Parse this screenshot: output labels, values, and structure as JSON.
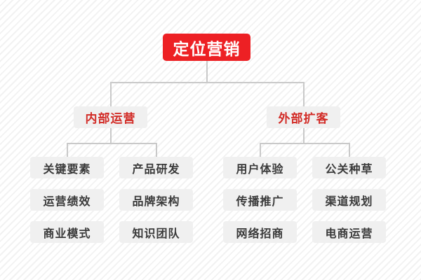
{
  "diagram": {
    "type": "organization-tree",
    "title": "定位营销",
    "colors": {
      "root_bg": "#ed2024",
      "root_text": "#ffffff",
      "branch_bg": "#f0f0f0",
      "branch_text": "#d22b26",
      "leaf_bg": "#f0f0f0",
      "leaf_text": "#3a3a3a",
      "connector": "#c9c9c9",
      "canvas_bg": "#ffffff"
    },
    "root": {
      "label": "定位营销"
    },
    "branches": [
      {
        "label": "内部运营",
        "leaves": [
          {
            "label": "关键要素"
          },
          {
            "label": "产品研发"
          },
          {
            "label": "运营绩效"
          },
          {
            "label": "品牌架构"
          },
          {
            "label": "商业模式"
          },
          {
            "label": "知识团队"
          }
        ]
      },
      {
        "label": "外部扩客",
        "leaves": [
          {
            "label": "用户体验"
          },
          {
            "label": "公关种草"
          },
          {
            "label": "传播推广"
          },
          {
            "label": "渠道规划"
          },
          {
            "label": "网络招商"
          },
          {
            "label": "电商运营"
          }
        ]
      }
    ]
  }
}
